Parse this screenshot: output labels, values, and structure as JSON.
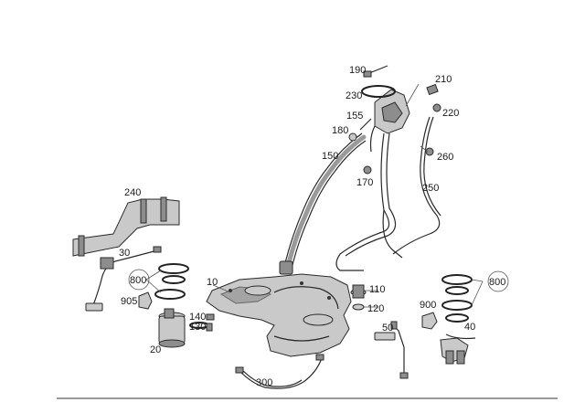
{
  "parts": {
    "p10": "10",
    "p20": "20",
    "p30": "30",
    "p40": "40",
    "p50": "50",
    "p110": "110",
    "p120": "120",
    "p130": "130",
    "p140": "140",
    "p150": "150",
    "p155": "155",
    "p170": "170",
    "p180": "180",
    "p190": "190",
    "p210": "210",
    "p220": "220",
    "p230": "230",
    "p240": "240",
    "p250": "250",
    "p260": "260",
    "p300": "300",
    "p800_left": "800",
    "p800_right": "800",
    "p900": "900",
    "p905": "905"
  }
}
